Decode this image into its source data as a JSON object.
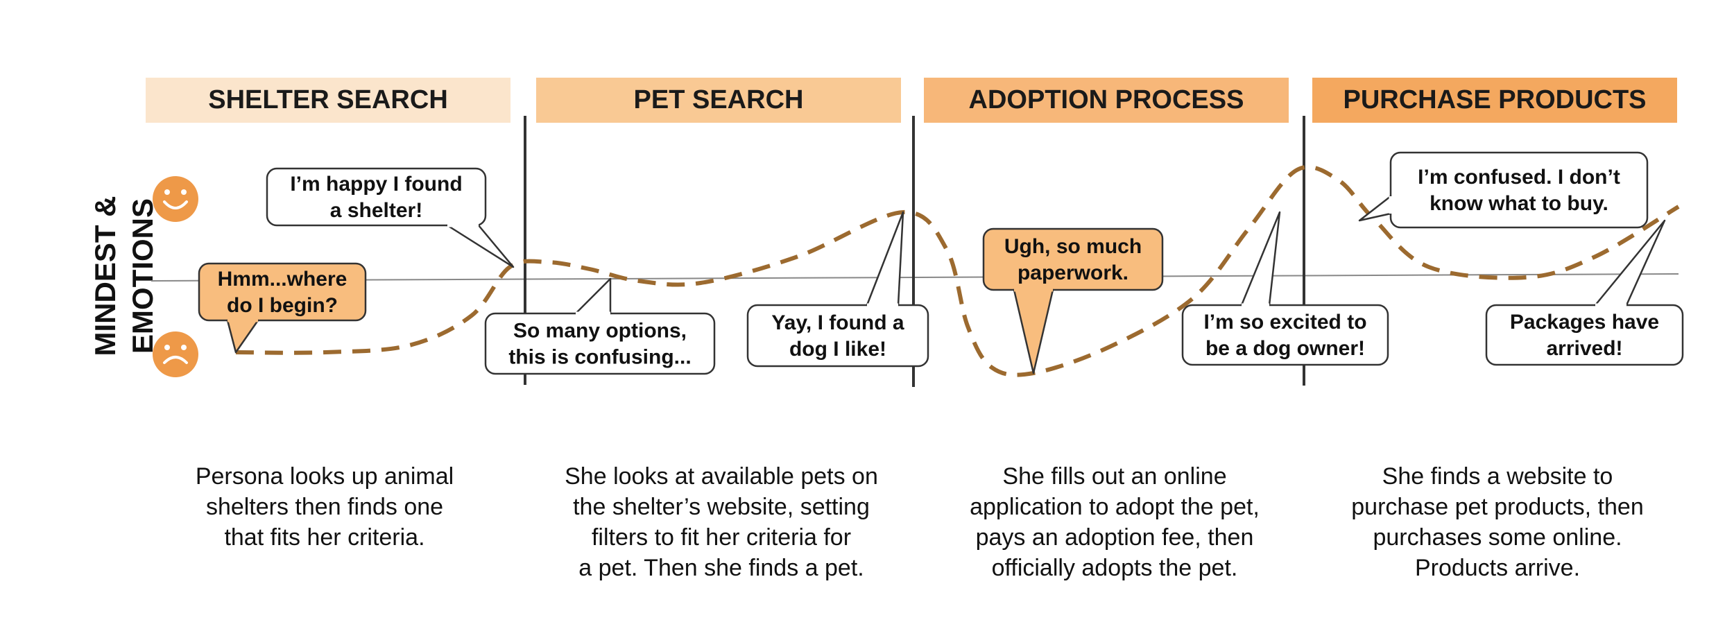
{
  "axis_label": [
    "MINDEST &",
    "EMOTIONS"
  ],
  "emotion_icons": {
    "positive": "smiley-face-icon",
    "negative": "sad-face-icon"
  },
  "colors": {
    "phase_1": "#fbe5cc",
    "phase_2": "#f9c994",
    "phase_3": "#f7b779",
    "phase_4": "#f4a85f",
    "emotion_icon": "#ee9948",
    "journey_line": "#9c6a2f",
    "highlight_bubble": "#f8bd7e"
  },
  "phases": [
    {
      "title": "SHELTER SEARCH",
      "description": [
        "Persona looks up animal",
        "shelters then finds one",
        "that fits her criteria."
      ]
    },
    {
      "title": "PET SEARCH",
      "description": [
        "She looks at available pets on",
        "the shelter’s website, setting",
        "filters to fit her criteria for",
        "a pet. Then she finds a pet."
      ]
    },
    {
      "title": "ADOPTION PROCESS",
      "description": [
        "She fills out an online",
        "application to adopt the pet,",
        "pays an adoption fee, then",
        "officially adopts the pet."
      ]
    },
    {
      "title": "PURCHASE PRODUCTS",
      "description": [
        "She finds a website to",
        "purchase pet products, then",
        "purchases some online.",
        "Products arrive."
      ]
    }
  ],
  "thoughts": [
    {
      "lines": [
        "Hmm...where",
        "do I begin?"
      ],
      "highlight": true
    },
    {
      "lines": [
        "I’m happy I found",
        "a shelter!"
      ],
      "highlight": false
    },
    {
      "lines": [
        "So many options,",
        "this is confusing..."
      ],
      "highlight": false
    },
    {
      "lines": [
        "Yay, I found a",
        "dog I like!"
      ],
      "highlight": false
    },
    {
      "lines": [
        "Ugh, so much",
        "paperwork."
      ],
      "highlight": true
    },
    {
      "lines": [
        "I’m so excited to",
        "be a dog owner!"
      ],
      "highlight": false
    },
    {
      "lines": [
        "I’m confused. I don’t",
        "know what to buy."
      ],
      "highlight": false
    },
    {
      "lines": [
        "Packages have",
        "arrived!"
      ],
      "highlight": false
    }
  ]
}
